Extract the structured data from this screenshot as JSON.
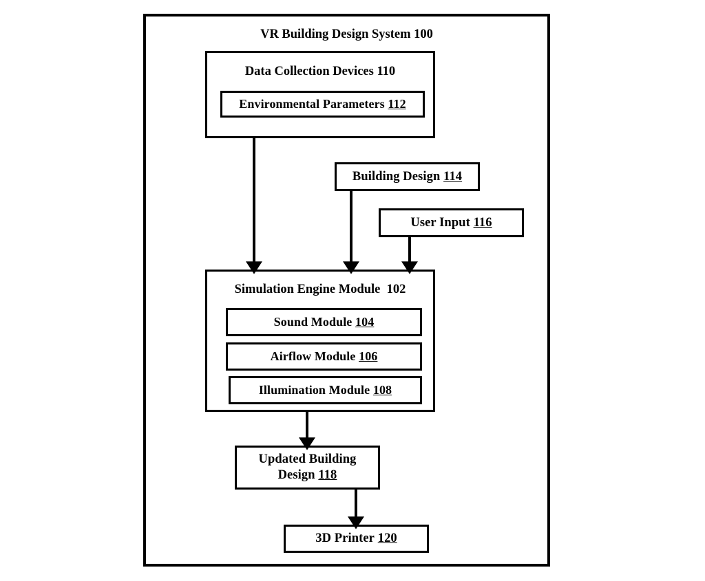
{
  "figure": {
    "type": "patent-block-diagram",
    "background": "#ffffff",
    "line_color": "#000000"
  },
  "system": {
    "title": "VR Building Design System",
    "ref": "100"
  },
  "nodes": {
    "data_collection": {
      "label": "Data Collection Devices",
      "ref": "110"
    },
    "environmental_parameters": {
      "label": "Environmental Parameters",
      "ref": "112"
    },
    "building_design": {
      "label": "Building Design",
      "ref": "114"
    },
    "user_input": {
      "label": "User Input",
      "ref": "116"
    },
    "simulation_engine": {
      "label": "Simulation Engine Module",
      "ref": "102"
    },
    "sound_module": {
      "label": "Sound Module",
      "ref": "104"
    },
    "airflow_module": {
      "label": "Airflow Module",
      "ref": "106"
    },
    "illumination_module": {
      "label": "Illumination Module",
      "ref": "108"
    },
    "updated_building_design": {
      "label": "Updated Building Design",
      "ref": "118"
    },
    "printer": {
      "label": "3D Printer",
      "ref": "120"
    }
  },
  "connections": [
    {
      "name": "data-collection-to-simulation",
      "from": "data_collection",
      "to": "simulation_engine"
    },
    {
      "name": "building-design-to-simulation",
      "from": "building_design",
      "to": "simulation_engine"
    },
    {
      "name": "user-input-to-simulation",
      "from": "user_input",
      "to": "simulation_engine"
    },
    {
      "name": "simulation-to-updated-design",
      "from": "simulation_engine",
      "to": "updated_building_design"
    },
    {
      "name": "updated-design-to-printer",
      "from": "updated_building_design",
      "to": "printer"
    }
  ]
}
